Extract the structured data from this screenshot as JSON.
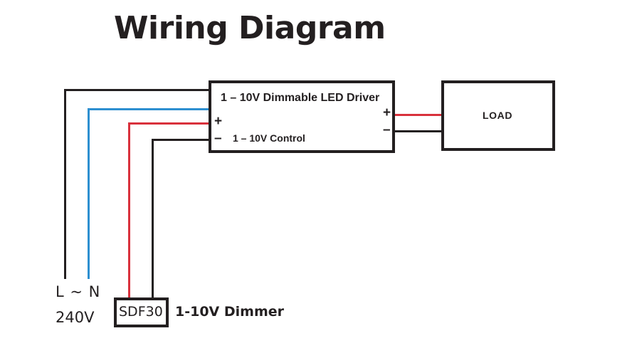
{
  "page": {
    "title": "Wiring Diagram",
    "background_color": "#ffffff"
  },
  "colors": {
    "line_black": "#231f20",
    "wire_red": "#d9313c",
    "wire_blue": "#2d8fd0",
    "wire_black": "#231f20"
  },
  "driver": {
    "title": "1 – 10V Dimmable LED Driver",
    "control_label": "1 – 10V Control",
    "input_plus": "+",
    "input_minus": "–",
    "output_plus": "+",
    "output_minus": "–"
  },
  "load": {
    "label": "LOAD"
  },
  "dimmer": {
    "model": "SDF30",
    "caption": "1-10V Dimmer"
  },
  "mains": {
    "terminals": "L ~ N",
    "voltage": "240V"
  },
  "wires": [
    {
      "name": "live-black-vertical",
      "color": "#231f20",
      "role": "mains live (L) riser"
    },
    {
      "name": "live-black-horizontal",
      "color": "#231f20",
      "role": "mains live (L) to driver"
    },
    {
      "name": "neutral-blue-vertical",
      "color": "#2d8fd0",
      "role": "mains neutral (N) riser"
    },
    {
      "name": "neutral-blue-horizontal",
      "color": "#2d8fd0",
      "role": "mains neutral (N) to driver"
    },
    {
      "name": "control-red-vertical",
      "color": "#d9313c",
      "role": "dimmer + to driver control +"
    },
    {
      "name": "control-red-horizontal",
      "color": "#d9313c",
      "role": "dimmer + to driver control +"
    },
    {
      "name": "control-black-vertical",
      "color": "#231f20",
      "role": "dimmer – to driver control –"
    },
    {
      "name": "control-black-horizontal",
      "color": "#231f20",
      "role": "dimmer – to driver control –"
    },
    {
      "name": "output-red",
      "color": "#d9313c",
      "role": "driver + to load"
    },
    {
      "name": "output-black",
      "color": "#231f20",
      "role": "driver – to load"
    }
  ]
}
